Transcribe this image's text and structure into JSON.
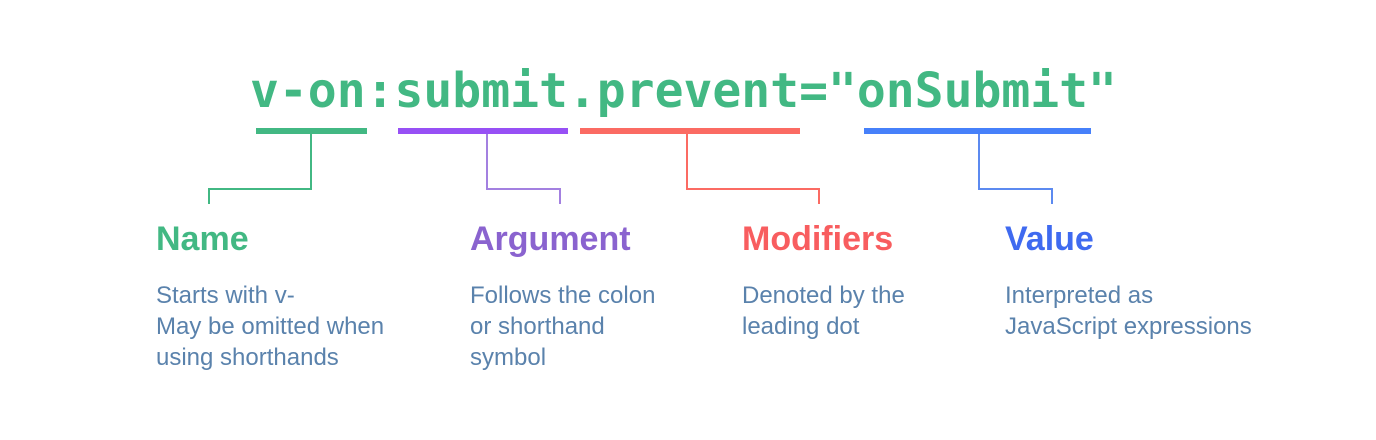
{
  "background_color": "#ffffff",
  "description_color": "#5a82ac",
  "code": {
    "text": "v-on:submit.prevent=\"onSubmit\"",
    "color": "#42b883"
  },
  "sections": [
    {
      "id": "name",
      "heading": "Name",
      "description_lines": [
        "Starts with v-",
        "May be omitted when",
        "using shorthands"
      ],
      "bar_color": "#42b883",
      "line_color": "#42b883",
      "heading_color": "#42b883"
    },
    {
      "id": "argument",
      "heading": "Argument",
      "description_lines": [
        "Follows the colon",
        "or shorthand",
        "symbol"
      ],
      "bar_color": "#9750f5",
      "line_color": "#a380e0",
      "heading_color": "#8a63cf"
    },
    {
      "id": "modifiers",
      "heading": "Modifiers",
      "description_lines": [
        "Denoted by the",
        "leading dot"
      ],
      "bar_color": "#fb6b63",
      "line_color": "#fb6b63",
      "heading_color": "#f85d5f"
    },
    {
      "id": "value",
      "heading": "Value",
      "description_lines": [
        "Interpreted as",
        "JavaScript expressions"
      ],
      "bar_color": "#4680fa",
      "line_color": "#5c8af0",
      "heading_color": "#3f6af0"
    }
  ]
}
